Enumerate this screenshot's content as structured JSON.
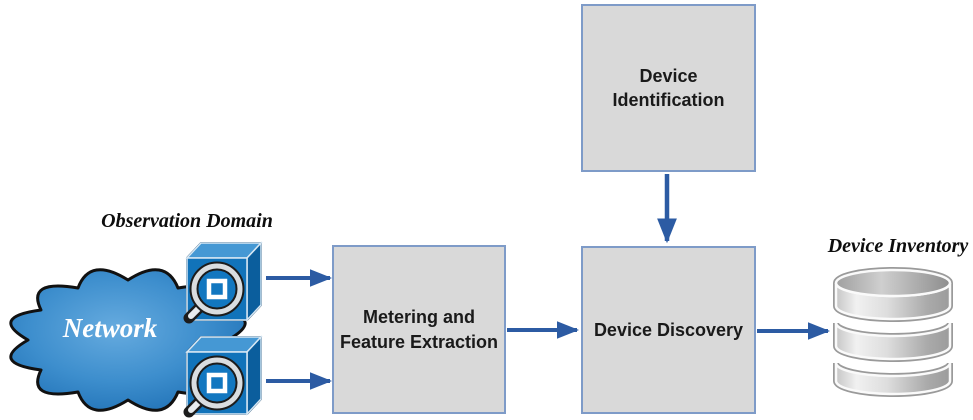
{
  "labels": {
    "observation_domain": "Observation Domain",
    "network": "Network",
    "device_inventory": "Device Inventory"
  },
  "nodes": {
    "metering": {
      "label": "Metering and\nFeature Extraction"
    },
    "discovery": {
      "label": "Device Discovery"
    },
    "identification": {
      "label": "Device\nIdentification"
    }
  },
  "icons": {
    "network_cloud": "network-cloud-icon (blue scalloped cloud)",
    "observation_point": "observation-point-icon (blue 3D cube with magnifying glass)",
    "database": "database-icon (gray stacked cylinder)",
    "flow_arrow": "arrow-icon (blue directional arrow)"
  },
  "colors": {
    "arrow": "#2c5ba3",
    "box_fill": "#d9d9d9",
    "box_border": "#7e9bc8",
    "cloud_blue_light": "#66abdf",
    "cloud_blue_dark": "#1e6fb4",
    "cube_front": "#1173ba",
    "cube_top": "#4598d4",
    "cube_side": "#0b5e9d",
    "database_gray": "#c6c6c6",
    "label_text": "#0d0d0d",
    "node_text": "#1a1a1a"
  }
}
